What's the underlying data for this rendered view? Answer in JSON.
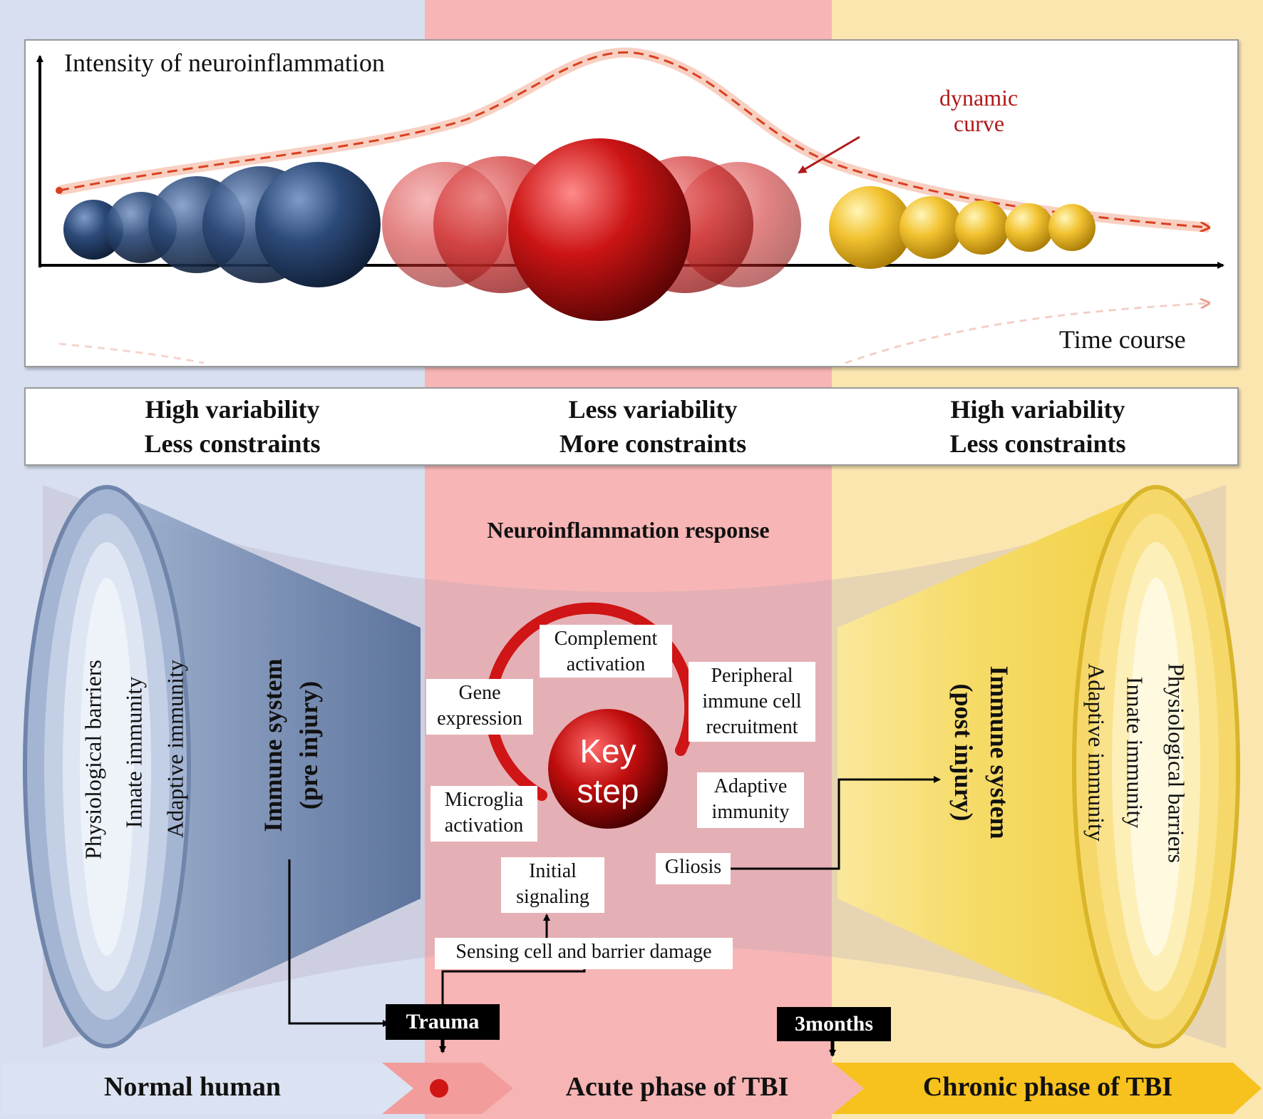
{
  "colors": {
    "normal_bg": "#d7dff0",
    "acute_bg": "#f7b5b5",
    "chronic_bg": "#fbe6b0",
    "navy_sphere": "#2c4a78",
    "red_sphere": "#cc1414",
    "gold_sphere": "#f2c230",
    "curve": "#d9401f"
  },
  "chart": {
    "y_axis_label": "Intensity of neuroinflammation",
    "x_axis_label": "Time course",
    "curve_label_line1": "dynamic",
    "curve_label_line2": "curve"
  },
  "variability": [
    {
      "line1": "High variability",
      "line2": "Less constraints"
    },
    {
      "line1": "Less variability",
      "line2": "More constraints"
    },
    {
      "line1": "High variability",
      "line2": "Less constraints"
    }
  ],
  "response_title": "Neuroinflammation response",
  "left_funnel": {
    "layers": [
      "Physiological barriers",
      "Innate immunity",
      "Adaptive immunity"
    ],
    "title_line1": "Immune system",
    "title_line2": "(pre injury)"
  },
  "right_funnel": {
    "layers": [
      "Physiological barriers",
      "Innate immunity",
      "Adaptive immunity"
    ],
    "title_line1": "Immune system",
    "title_line2": "(post injury)"
  },
  "cycle": {
    "center_line1": "Key",
    "center_line2": "step",
    "complement_line1": "Complement",
    "complement_line2": "activation",
    "peripheral_line1": "Peripheral",
    "peripheral_line2": "immune cell",
    "peripheral_line3": "recruitment",
    "gene_line1": "Gene",
    "gene_line2": "expression",
    "adaptive_line1": "Adaptive",
    "adaptive_line2": "immunity",
    "microglia_line1": "Microglia",
    "microglia_line2": "activation",
    "gliosis": "Gliosis",
    "initial_line1": "Initial",
    "initial_line2": "signaling",
    "sensing": "Sensing cell and barrier damage"
  },
  "timeline": {
    "trauma": "Trauma",
    "months": "3months",
    "phases": [
      "Normal human",
      "Acute phase of TBI",
      "Chronic phase of TBI"
    ]
  }
}
